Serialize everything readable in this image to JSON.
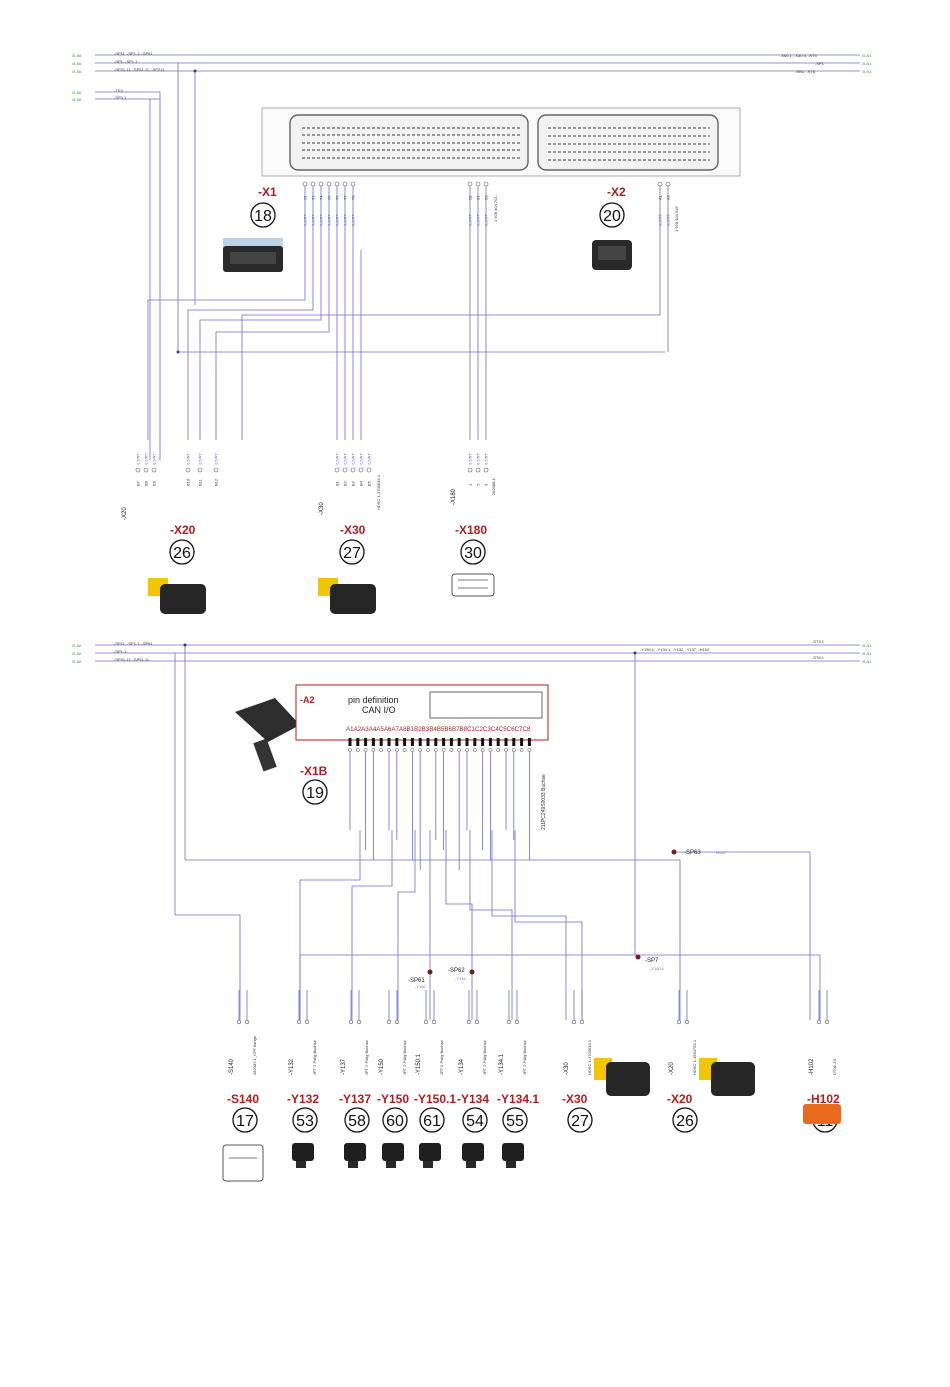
{
  "top": {
    "left_refs": [
      {
        "ref": "/5.A6",
        "wire": "-SP11, -SP1.1, -SP61"
      },
      {
        "ref": "/5.A6",
        "wire": "-SP1, -SP1.1"
      },
      {
        "ref": "/5.A6",
        "wire": "-SP31.11, -SP51.11, -SP211"
      },
      {
        "ref": "/5.A6",
        "wire": "-TS3"
      },
      {
        "ref": "/5.A6",
        "wire": "-SP3.1"
      }
    ],
    "right_refs": [
      {
        "ref": "/5.A1",
        "wire": "-X60.1, -X50.4, -ST4"
      },
      {
        "ref": "/5.A1",
        "wire": "-SP1"
      },
      {
        "ref": "/5.A1",
        "wire": "-SN1, -ST6"
      }
    ],
    "x1": {
      "label": "-X1",
      "circle": "18",
      "pins": [
        "72",
        "73",
        "74",
        "75",
        "76",
        "77",
        "78"
      ],
      "dims": [
        "0,5/RT",
        "0,5/RT",
        "0,5/RT",
        "0,5/RT",
        "0,5/RT",
        "0,5/RT",
        "0,5/RT"
      ]
    },
    "x2": {
      "label": "-X2",
      "circle": "20",
      "part": "1 928 404 916",
      "pins": [
        "A1",
        "A2"
      ],
      "dims": [
        "0,5/RT",
        "0,5/RT"
      ]
    },
    "mid_conn": {
      "label": "1 928 404 701",
      "pins": [
        "58",
        "59",
        "60"
      ],
      "dims": [
        "0,5/RT",
        "0,5/RT",
        "0,5/RT"
      ]
    },
    "x20": {
      "label": "-X20",
      "circle": "26",
      "pins": [
        "B7",
        "B8",
        "B9",
        "B10",
        "B11",
        "B12"
      ],
      "dims": [
        "0,5/RT",
        "0,5/RT",
        "0,5/RT",
        "0,5/RT",
        "0,5/RT",
        "0,5/RT"
      ]
    },
    "x30": {
      "label": "-X30",
      "circle": "27",
      "part": "HDSC 1-1703639-1",
      "pins": [
        "B1",
        "B2",
        "B3",
        "B4",
        "B5"
      ],
      "dims": [
        "0,5/RT",
        "0,5/RT",
        "0,5/RT",
        "0,5/RT",
        "0,5/RT"
      ]
    },
    "x180": {
      "label": "-X180",
      "circle": "30",
      "part": "282088-1",
      "pins": [
        "1",
        "2",
        "3"
      ],
      "dims": [
        "0,5/RT",
        "0,5/RT",
        "0,5/RT"
      ]
    }
  },
  "bottom": {
    "left_refs": [
      {
        "ref": "/5.A6",
        "wire": "-SP11, -SP1.1, -SP61"
      },
      {
        "ref": "/5.A6",
        "wire": "-SP1.1"
      },
      {
        "ref": "/5.A6",
        "wire": "-SP31.11, -SP51.11"
      }
    ],
    "right_refs": [
      {
        "ref": "/5.A1",
        "wire": "-ST3.1"
      },
      {
        "ref": "/5.A1",
        "wire": "-Y150.1, -Y134.1, -Y132, -Y137, -H102"
      },
      {
        "ref": "/5.A1",
        "wire": "-ST6.1"
      }
    ],
    "a2": {
      "label": "-A2",
      "pin_def_title": "pin definition",
      "pin_def_sub": "CAN I/O",
      "pin_row": "A1A2A3A4A5A6A7A8B1B2B3B4B5B6B7B8C1C2C3C4C5C6C7C8",
      "x1b": "-X1B",
      "circle": "19",
      "part": "211PC249S0033 Buchse"
    },
    "splices": [
      {
        "label": "-SP61",
        "sub": "-Y150"
      },
      {
        "label": "-SP62",
        "sub": "-Y134"
      },
      {
        "label": "-SP7",
        "sub": "-Y150.1"
      },
      {
        "label": "-SP63",
        "sub": "H102"
      }
    ],
    "components": [
      {
        "label": "-S140",
        "circle": "17",
        "part": "282087-1_CPT flange"
      },
      {
        "label": "-Y132",
        "circle": "53",
        "part": "JPT 2 Polig Buchse"
      },
      {
        "label": "-Y137",
        "circle": "58",
        "part": "JPT 2 Polig Buchse"
      },
      {
        "label": "-Y150",
        "circle": "60",
        "part": "JPT 2 Polig Buchse"
      },
      {
        "label": "-Y150.1",
        "circle": "61",
        "part": "JPT 2 Polig Buchse"
      },
      {
        "label": "-Y134",
        "circle": "54",
        "part": "JPT 2 Polig Buchse"
      },
      {
        "label": "-Y134.1",
        "circle": "55",
        "part": "JPT 2 Polig Buchse"
      },
      {
        "label": "-X30",
        "circle": "27",
        "part": "HDSC 1-1703639-1"
      },
      {
        "label": "-X20",
        "circle": "26",
        "part": "HDSC 1-1563759-1"
      },
      {
        "label": "-H102",
        "circle": "11",
        "part": "DT06-2S"
      }
    ]
  },
  "colors": {
    "wire": "#6b6bd6",
    "label_red": "#b21c1c",
    "ref_green": "#2e9a2e",
    "connector_yellow": "#f3c400"
  }
}
